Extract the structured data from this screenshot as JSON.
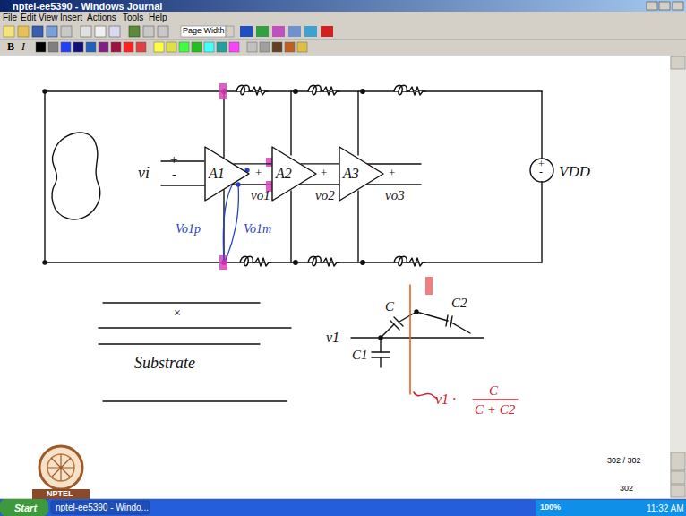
{
  "diagram": {
    "nodes": [
      {
        "text": [
          "A1"
        ]
      },
      {
        "text": [
          "A2"
        ]
      },
      {
        "text": [
          "A3"
        ]
      }
    ],
    "edges": [
      {
        "from": 0,
        "to": 1,
        "arrow": "none"
      },
      {
        "from": 1,
        "to": 2,
        "arrow": "none"
      }
    ],
    "labels": [
      "nptel-ee5390 - Windows Journal",
      "File",
      "Edit",
      "View",
      "Insert",
      "Actions",
      "Tools",
      "Help",
      "Page Width",
      "B",
      "I",
      "vi",
      "+",
      "-",
      "+",
      "vo1",
      "+",
      "vo2",
      "+",
      "vo3",
      "+",
      "-",
      "VDD",
      "Vo1p",
      "Vo1m",
      "×",
      "Substrate",
      "v1",
      "C",
      "C2",
      "C1",
      "v1 ·",
      "C",
      "C + C2",
      "NPTEL",
      "302 / 302",
      "302",
      "Start",
      "nptel-ee5390 - Windo...",
      "100%",
      "11:32 AM"
    ]
  }
}
